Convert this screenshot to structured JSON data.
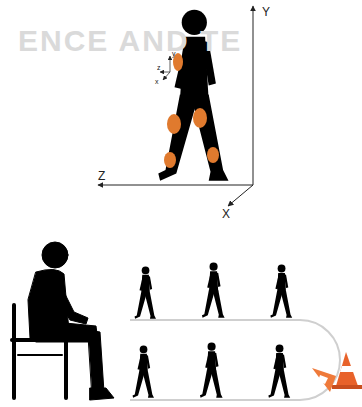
{
  "diagram": {
    "labels": [
      "ENCE AND TE",
      "Y",
      "Z",
      "X",
      "y",
      "z",
      "x"
    ]
  }
}
